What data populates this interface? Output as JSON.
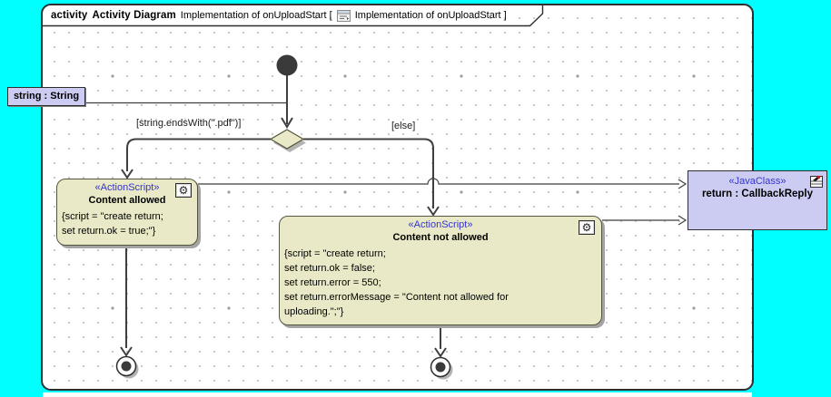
{
  "frame": {
    "keyword": "activity",
    "kind": "Activity Diagram",
    "title_left": "Implementation of onUploadStart [",
    "title_right": "Implementation of onUploadStart ]"
  },
  "parameter": {
    "label": "string : String"
  },
  "guards": {
    "pdf": "[string.endsWith(\".pdf\")]",
    "else": "[else]"
  },
  "actions": {
    "allowed": {
      "stereotype": "«ActionScript»",
      "name": "Content allowed",
      "body": [
        "{script = \"create return;",
        "set return.ok = true;\"}"
      ]
    },
    "not_allowed": {
      "stereotype": "«ActionScript»",
      "name": "Content not allowed",
      "body": [
        "{script = \"create return;",
        "set return.ok = false;",
        "set return.error = 550;",
        "set return.errorMessage = \"Content not allowed for",
        "uploading.\";\"}"
      ]
    },
    "java_class": {
      "stereotype": "«JavaClass»",
      "name": "return : CallbackReply"
    }
  },
  "icons": {
    "gear_glyph": "⚙"
  },
  "colors": {
    "canvas_bg": "#00ffff",
    "action_fill": "#e9e9c7",
    "class_fill": "#ccccf2",
    "stereotype_text": "#3434cf",
    "edge": "#3f3f3f"
  }
}
